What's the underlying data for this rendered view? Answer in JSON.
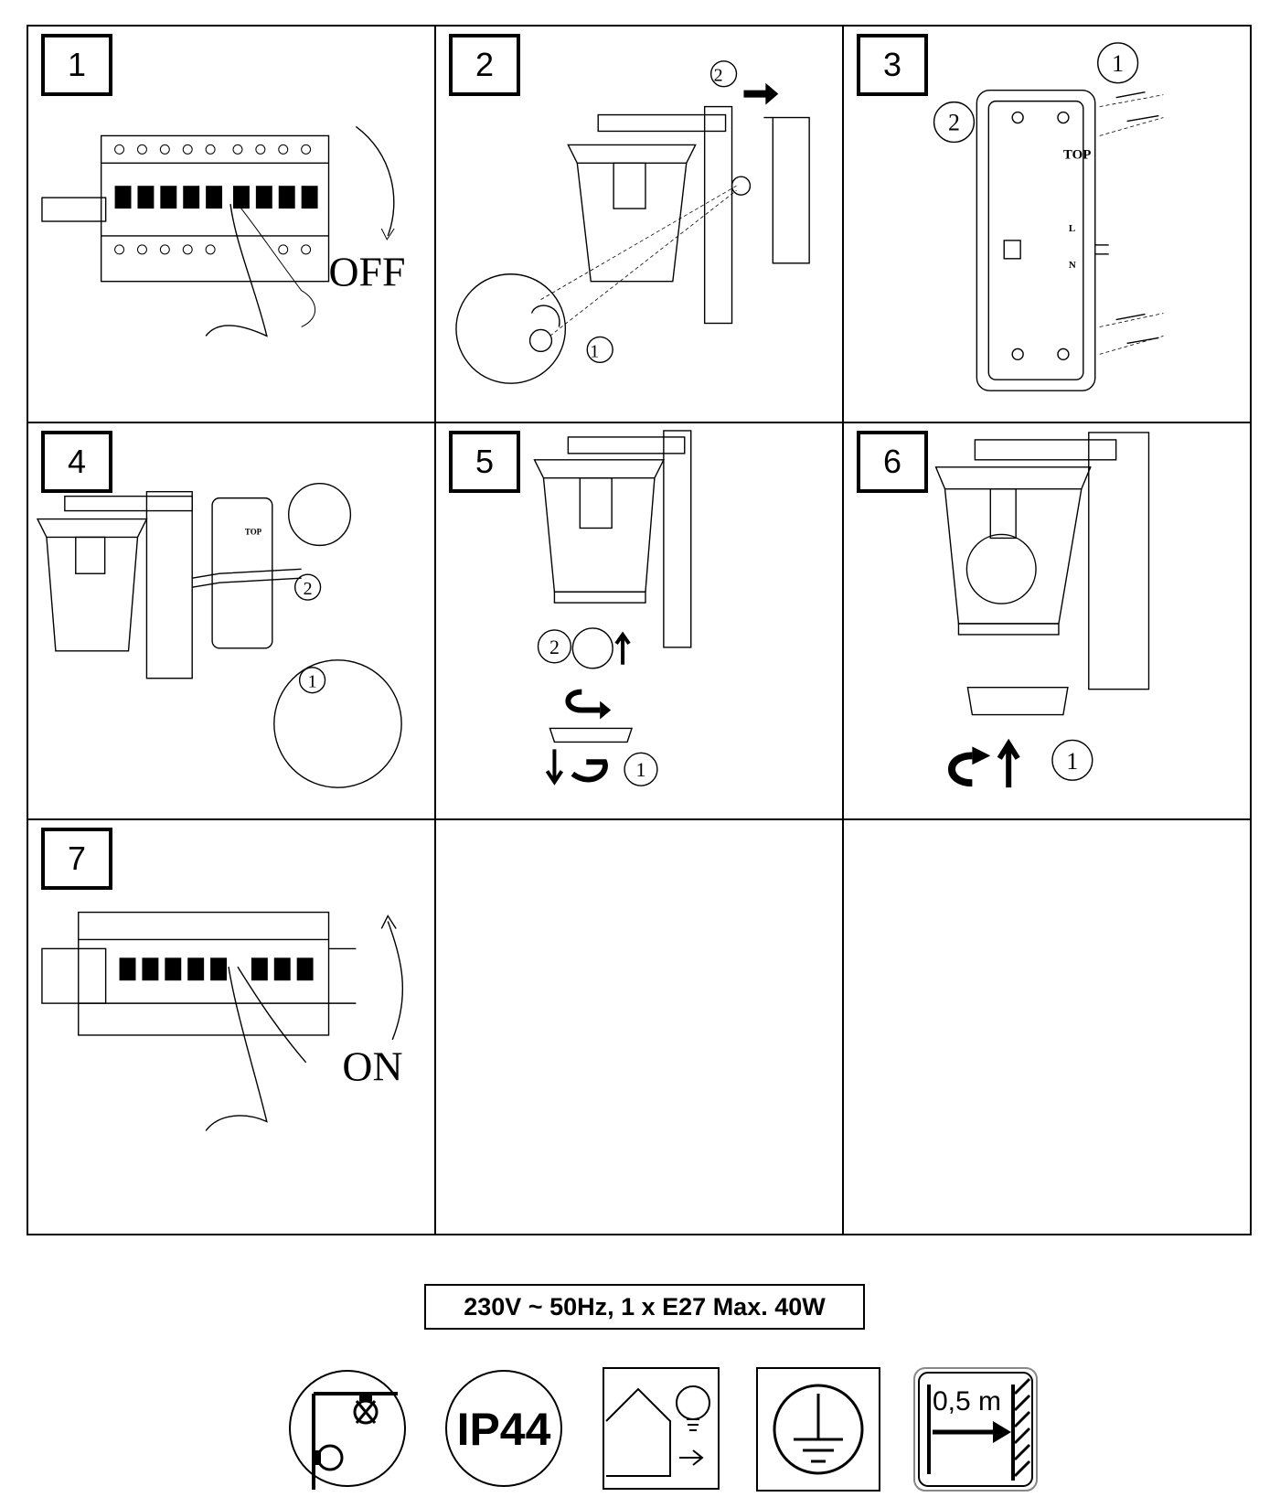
{
  "steps": [
    {
      "number": "1",
      "caption": "OFF"
    },
    {
      "number": "2"
    },
    {
      "number": "3",
      "top_label": "TOP"
    },
    {
      "number": "4",
      "top_label": "TOP"
    },
    {
      "number": "5"
    },
    {
      "number": "6"
    },
    {
      "number": "7",
      "caption": "ON"
    }
  ],
  "markers": {
    "one": "1",
    "two": "2"
  },
  "terminal_labels": {
    "l": "L",
    "n": "N"
  },
  "spec": "230V ~ 50Hz, 1 x E27 Max. 40W",
  "icons": [
    {
      "name": "ceiling-wall-mount-icon"
    },
    {
      "name": "ip44-icon",
      "label": "IP44"
    },
    {
      "name": "outdoor-use-icon"
    },
    {
      "name": "protective-earth-icon"
    },
    {
      "name": "distance-icon",
      "label": "0,5 m"
    }
  ]
}
